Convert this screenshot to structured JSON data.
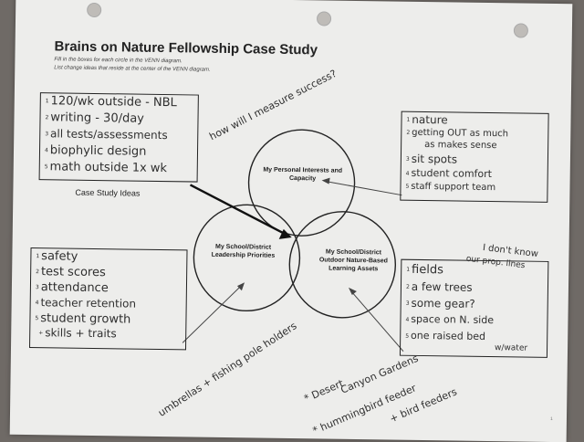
{
  "document": {
    "title": "Brains on Nature Fellowship Case Study",
    "instruction_1": "Fill in the boxes for each circle in the VENN diagram.",
    "instruction_2": "List change ideas that reside at the center of the VENN diagram.",
    "page_number": "1"
  },
  "venn": {
    "top_label": "My Personal Interests and Capacity",
    "left_label": "My School/District Leadership Priorities",
    "right_label": "My School/District Outdoor Nature-Based Learning Assets"
  },
  "case_study": {
    "caption": "Case Study Ideas",
    "items": [
      {
        "num": "1",
        "text": "120/wk outside - NBL"
      },
      {
        "num": "2",
        "text": "writing - 30/day"
      },
      {
        "num": "3",
        "text": "all tests/assessments"
      },
      {
        "num": "4",
        "text": "biophylic design"
      },
      {
        "num": "5",
        "text": "math outside 1x wk"
      }
    ],
    "side_note": "how will I measure success?"
  },
  "personal": {
    "items": [
      {
        "num": "1",
        "text": "nature"
      },
      {
        "num": "2",
        "text": "getting OUT as much"
      },
      {
        "num": "",
        "text": "as makes sense"
      },
      {
        "num": "3",
        "text": "sit spots"
      },
      {
        "num": "4",
        "text": "student comfort"
      },
      {
        "num": "5",
        "text": "staff support team"
      }
    ]
  },
  "leadership": {
    "items": [
      {
        "num": "1",
        "text": "safety"
      },
      {
        "num": "2",
        "text": "test scores"
      },
      {
        "num": "3",
        "text": "attendance"
      },
      {
        "num": "4",
        "text": "teacher retention"
      },
      {
        "num": "5",
        "text": "student growth"
      },
      {
        "num": "+",
        "text": "skills + traits"
      }
    ],
    "note": "umbrellas + fishing pole holders"
  },
  "assets": {
    "items": [
      {
        "num": "1",
        "text": "fields"
      },
      {
        "num": "2",
        "text": "a few trees"
      },
      {
        "num": "3",
        "text": "some gear?"
      },
      {
        "num": "4",
        "text": "space on N. side"
      },
      {
        "num": "5",
        "text": "one raised bed"
      },
      {
        "num": "",
        "text": "w/water"
      }
    ],
    "top_note_1": "I don't know",
    "top_note_2": "our prop. lines",
    "bottom_note_1": "* Desert",
    "bottom_note_2": "Canyon Gardens",
    "bottom_note_3": "* hummingbird feeder",
    "bottom_note_4": "+ bird feeders"
  }
}
